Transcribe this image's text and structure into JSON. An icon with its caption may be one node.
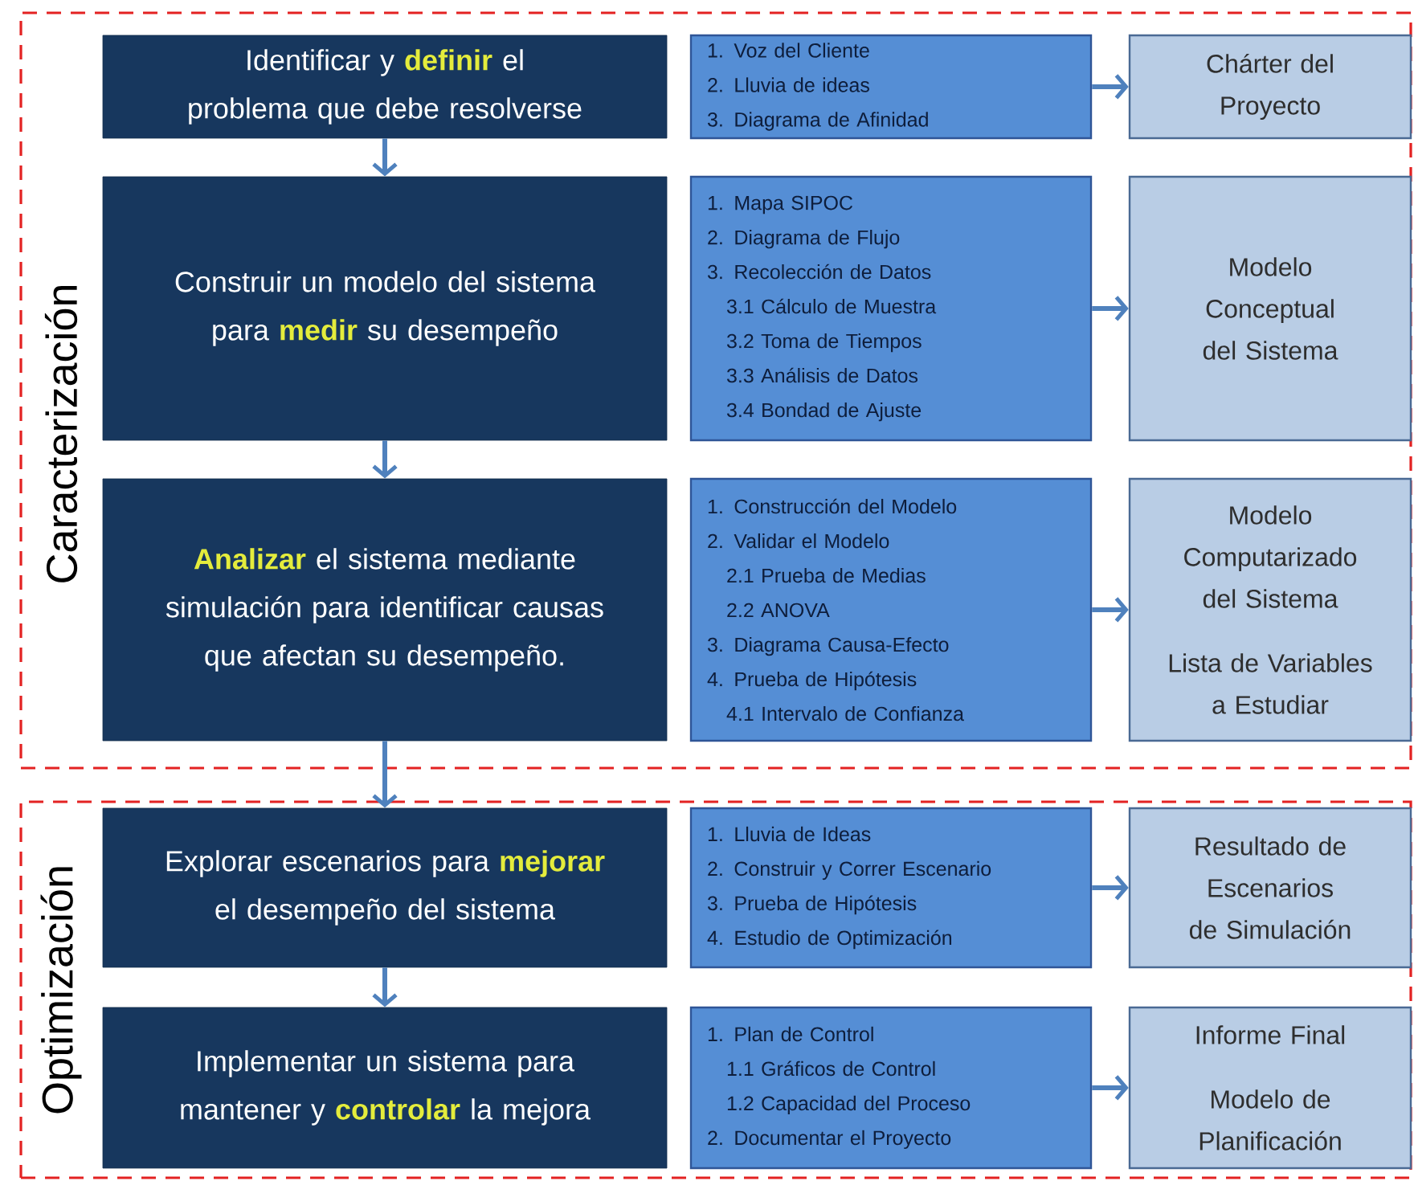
{
  "diagram": {
    "nodes": [
      {
        "text": [
          "Caracterización"
        ]
      },
      {
        "text": [
          "Identificar y **definir** el problema que debe resolverse"
        ],
        "in": 0
      },
      {
        "text": [
          "1. Voz del Cliente",
          "2. Lluvia de ideas",
          "3. Diagrama de Afinidad"
        ],
        "in": 0
      },
      {
        "text": [
          "Chárter del Proyecto"
        ],
        "in": 0
      },
      {
        "text": [
          "Construir un modelo del sistema para **medir** su desempeño"
        ],
        "in": 0
      },
      {
        "text": [
          "1. Mapa SIPOC",
          "2. Diagrama de Flujo",
          "3. Recolección de Datos",
          "3.1 Cálculo de Muestra",
          "3.2 Toma de Tiempos",
          "3.3 Análisis de Datos",
          "3.4 Bondad de Ajuste"
        ],
        "in": 0
      },
      {
        "text": [
          "Modelo Conceptual del Sistema"
        ],
        "in": 0
      },
      {
        "text": [
          "**Analizar** el sistema mediante simulación para identificar causas que afectan su desempeño."
        ],
        "in": 0
      },
      {
        "text": [
          "1. Construcción del Modelo",
          "2. Validar el Modelo",
          "2.1 Prueba de Medias",
          "2.2 ANOVA",
          "3. Diagrama Causa-Efecto",
          "4. Prueba de Hipótesis",
          "4.1 Intervalo de Confianza"
        ],
        "in": 0
      },
      {
        "text": [
          "Modelo Computarizado del Sistema",
          "Lista de Variables a Estudiar"
        ],
        "in": 0
      },
      {
        "text": [
          "Optimización"
        ]
      },
      {
        "text": [
          "Explorar escenarios para **mejorar** el desempeño del sistema"
        ],
        "in": 10
      },
      {
        "text": [
          "1. Lluvia de Ideas",
          "2. Construir y Correr Escenario",
          "3. Prueba de Hipótesis",
          "4. Estudio de Optimización"
        ],
        "in": 10
      },
      {
        "text": [
          "Resultado de Escenarios de Simulación"
        ],
        "in": 10
      },
      {
        "text": [
          "Implementar un sistema para mantener y **controlar** la mejora"
        ],
        "in": 10
      },
      {
        "text": [
          "1. Plan de Control",
          "1.1 Gráficos de Control",
          "1.2 Capacidad del Proceso",
          "2. Documentar el Proyecto"
        ],
        "in": 10
      },
      {
        "text": [
          "Informe Final",
          "Modelo de Planificación"
        ],
        "in": 10
      }
    ],
    "edges": [
      {
        "from": 1,
        "to": 4,
        "arrow": "to"
      },
      {
        "from": 4,
        "to": 7,
        "arrow": "to"
      },
      {
        "from": 7,
        "to": 11,
        "arrow": "to"
      },
      {
        "from": 11,
        "to": 14,
        "arrow": "to"
      },
      {
        "from": 2,
        "to": 3,
        "arrow": "to"
      },
      {
        "from": 5,
        "to": 6,
        "arrow": "to"
      },
      {
        "from": 8,
        "to": 9,
        "arrow": "to"
      },
      {
        "from": 12,
        "to": 13,
        "arrow": "to"
      },
      {
        "from": 15,
        "to": 16,
        "arrow": "to"
      }
    ]
  }
}
